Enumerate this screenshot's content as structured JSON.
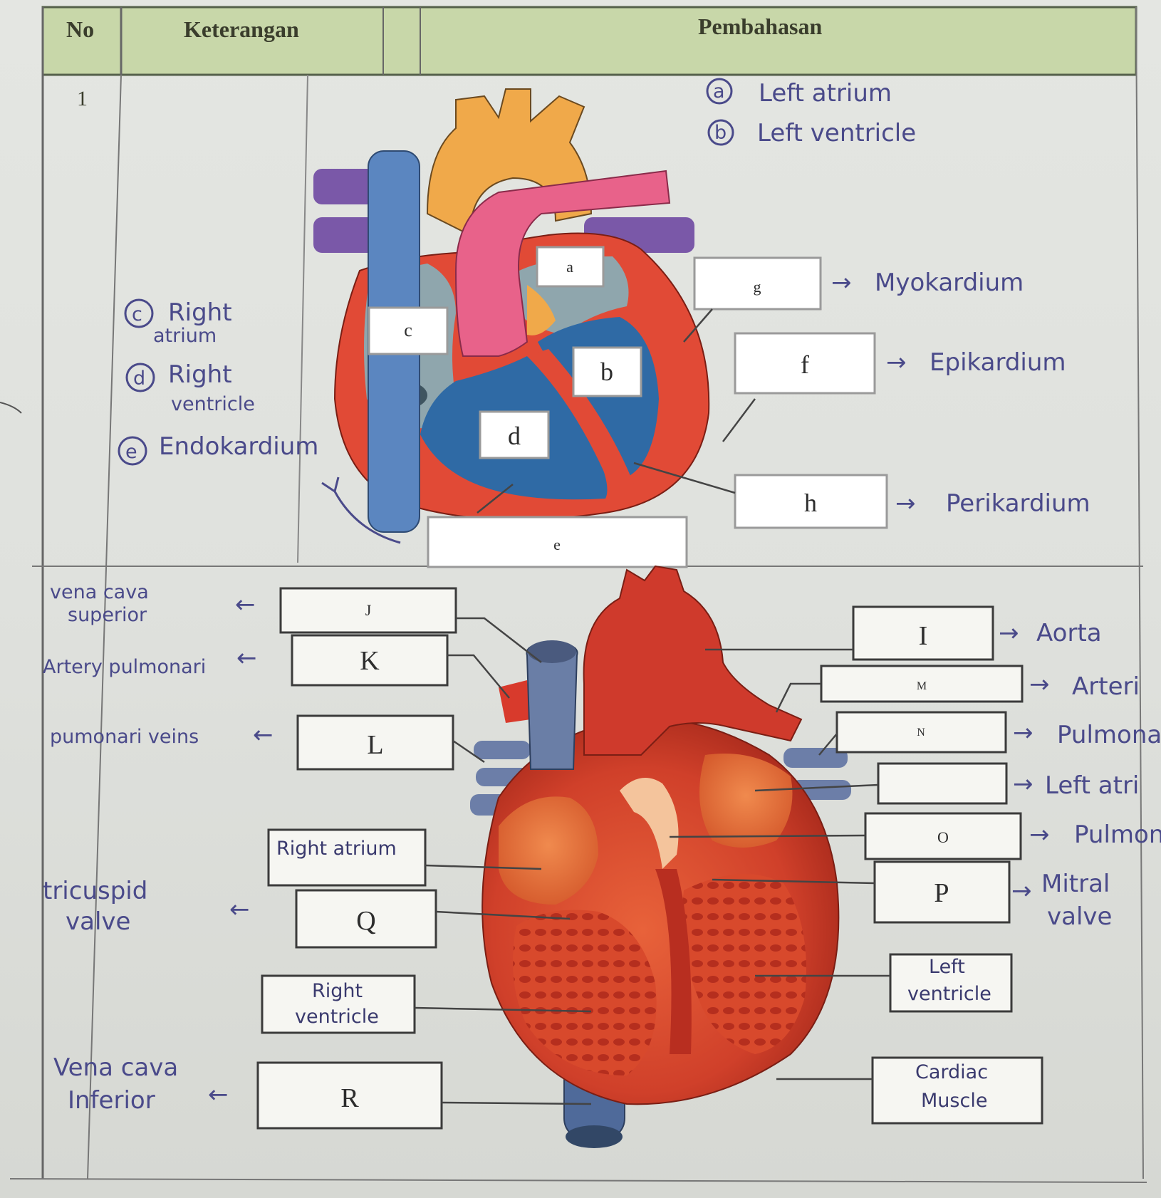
{
  "table": {
    "headers": {
      "no": "No",
      "keterangan": "Keterangan",
      "pembahasan": "Pembahasan"
    },
    "row1_number": "1"
  },
  "diagram1": {
    "labels": {
      "a": "a",
      "b": "b",
      "c": "c",
      "d": "d",
      "e": "e",
      "f": "f",
      "g": "g",
      "h": "h"
    },
    "answers": {
      "a": "Left atrium",
      "b": "Left ventricle",
      "c_line1": "Right",
      "c_line2": "atrium",
      "d_line1": "Right",
      "d_line2": "ventricle",
      "e": "Endokardium",
      "g": "Myokardium",
      "f": "Epikardium",
      "h": "Perikardium"
    },
    "circle_letters": {
      "a": "a",
      "b": "b",
      "c": "c",
      "d": "d",
      "e": "e"
    }
  },
  "diagram2": {
    "labels": {
      "J": "J",
      "K": "K",
      "L": "L",
      "Q": "Q",
      "R": "R",
      "I": "I",
      "M": "M",
      "N": "N",
      "O": "O",
      "P": "P"
    },
    "left_answers": {
      "J_line1": "vena cava",
      "J_line2": "superior",
      "K": "Artery pulmonari",
      "L": "pumonari veins",
      "Q_line1": "tricuspid",
      "Q_line2": "valve",
      "R_line1": "Vena cava",
      "R_line2": "Inferior"
    },
    "in_box_text": {
      "right_atrium": "Right atrium",
      "right_ventricle_line1": "Right",
      "right_ventricle_line2": "ventricle",
      "left_ventricle_line1": "Left",
      "left_ventricle_line2": "ventricle",
      "cardiac_line1": "Cardiac",
      "cardiac_line2": "Muscle"
    },
    "right_answers": {
      "I": "Aorta",
      "M": "Arteri",
      "N": "Pulmona",
      "blank": "Left atri",
      "O": "Pulmon",
      "P_line1": "Mitral",
      "P_line2": "valve"
    }
  }
}
